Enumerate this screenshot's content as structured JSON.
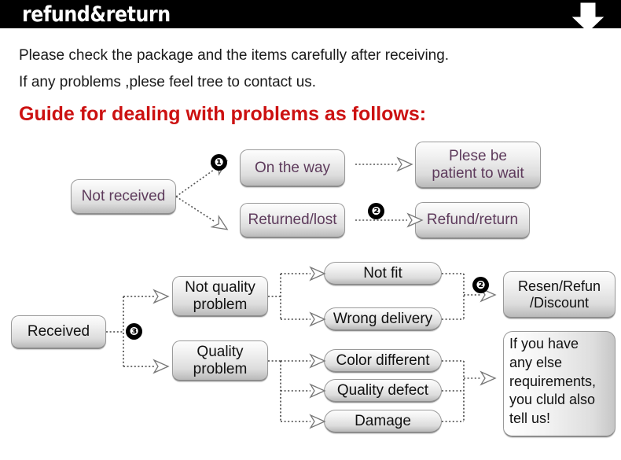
{
  "header": {
    "title": "refund&return",
    "arrow_icon": "down-arrow-icon"
  },
  "intro": {
    "line1": "Please check the package and the items carefully after receiving.",
    "line2": "If any problems ,plese feel tree to contact us.",
    "guide_heading": "Guide for dealing with problems as follows:",
    "heading_color": "#cc1111"
  },
  "diagram": {
    "markers": {
      "one": "❶",
      "two": "❷",
      "three": "❸"
    },
    "flow_not_received": {
      "source": "Not received",
      "branches": [
        {
          "stage": "On the way",
          "outcome_line1": "Plese be",
          "outcome_line2": "patient to wait"
        },
        {
          "stage": "Returned/lost",
          "outcome_line1": "Refund/return",
          "outcome_line2": ""
        }
      ]
    },
    "flow_received": {
      "source": "Received",
      "categories": [
        {
          "label_line1": "Not quality",
          "label_line2": "problem",
          "reasons": [
            "Not fit",
            "Wrong delivery"
          ]
        },
        {
          "label_line1": "Quality",
          "label_line2": "problem",
          "reasons": [
            "Color different",
            "Quality defect",
            "Damage"
          ]
        }
      ],
      "outcomes": [
        {
          "line1": "Resen/Refun",
          "line2": "/Discount"
        }
      ],
      "note": {
        "line1": "If you have",
        "line2": "any else",
        "line3": "requirements,",
        "line4": "you cluld also",
        "line5": "tell us!"
      }
    }
  },
  "colors": {
    "header_bg": "#000000",
    "header_text": "#ffffff",
    "purple_text": "#5e3b5c",
    "box_border": "#9a9a9a"
  }
}
